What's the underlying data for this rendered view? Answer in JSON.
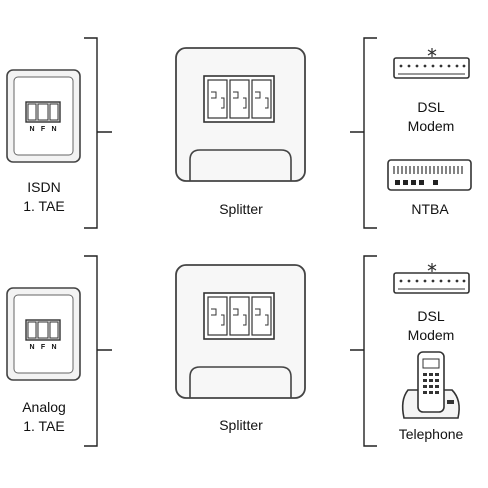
{
  "rows": [
    {
      "tae_caption": [
        "ISDN",
        "1. TAE"
      ],
      "splitter_label": "Splitter",
      "socket_letters": [
        "N",
        "F",
        "N"
      ],
      "devices": [
        {
          "name": "DSL",
          "name2": "Modem",
          "icon": "dsl-modem-icon"
        },
        {
          "name": "NTBA",
          "icon": "ntba-icon"
        }
      ]
    },
    {
      "tae_caption": [
        "Analog",
        "1. TAE"
      ],
      "splitter_label": "Splitter",
      "socket_letters": [
        "N",
        "F",
        "N"
      ],
      "devices": [
        {
          "name": "DSL",
          "name2": "Modem",
          "icon": "dsl-modem-icon"
        },
        {
          "name": "Telephone",
          "icon": "telephone-icon"
        }
      ]
    }
  ],
  "colors": {
    "line": "#222222",
    "box_outline": "#555555",
    "box_fill": "#f4f4f4"
  }
}
